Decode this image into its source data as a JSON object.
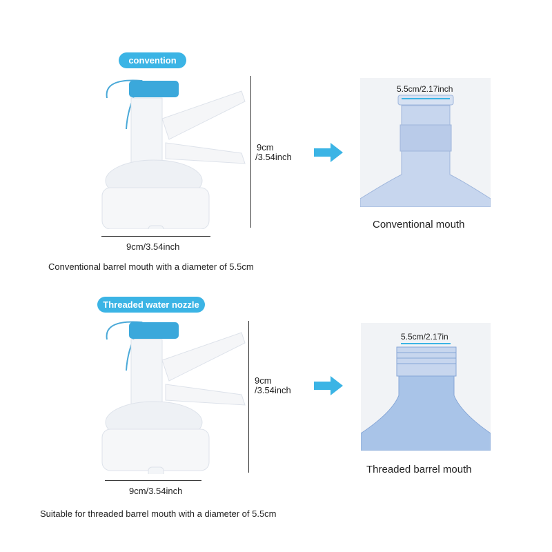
{
  "top": {
    "badge": "convention",
    "height_label_1": "9cm",
    "height_label_2": "/3.54inch",
    "width_label": "9cm/3.54inch",
    "caption": "Conventional barrel mouth with a diameter of 5.5cm",
    "mouth_diameter": "5.5cm/2.17inch",
    "mouth_title": "Conventional mouth"
  },
  "bottom": {
    "badge": "Threaded water nozzle",
    "height_label_1": "9cm",
    "height_label_2": "/3.54inch",
    "width_label": "9cm/3.54inch",
    "caption": "Suitable for threaded barrel mouth with a diameter of 5.5cm",
    "mouth_diameter": "5.5cm/2.17in",
    "mouth_title": "Threaded barrel mouth"
  },
  "colors": {
    "accent": "#3bb4e5",
    "bottle": "#a9c4e8"
  }
}
